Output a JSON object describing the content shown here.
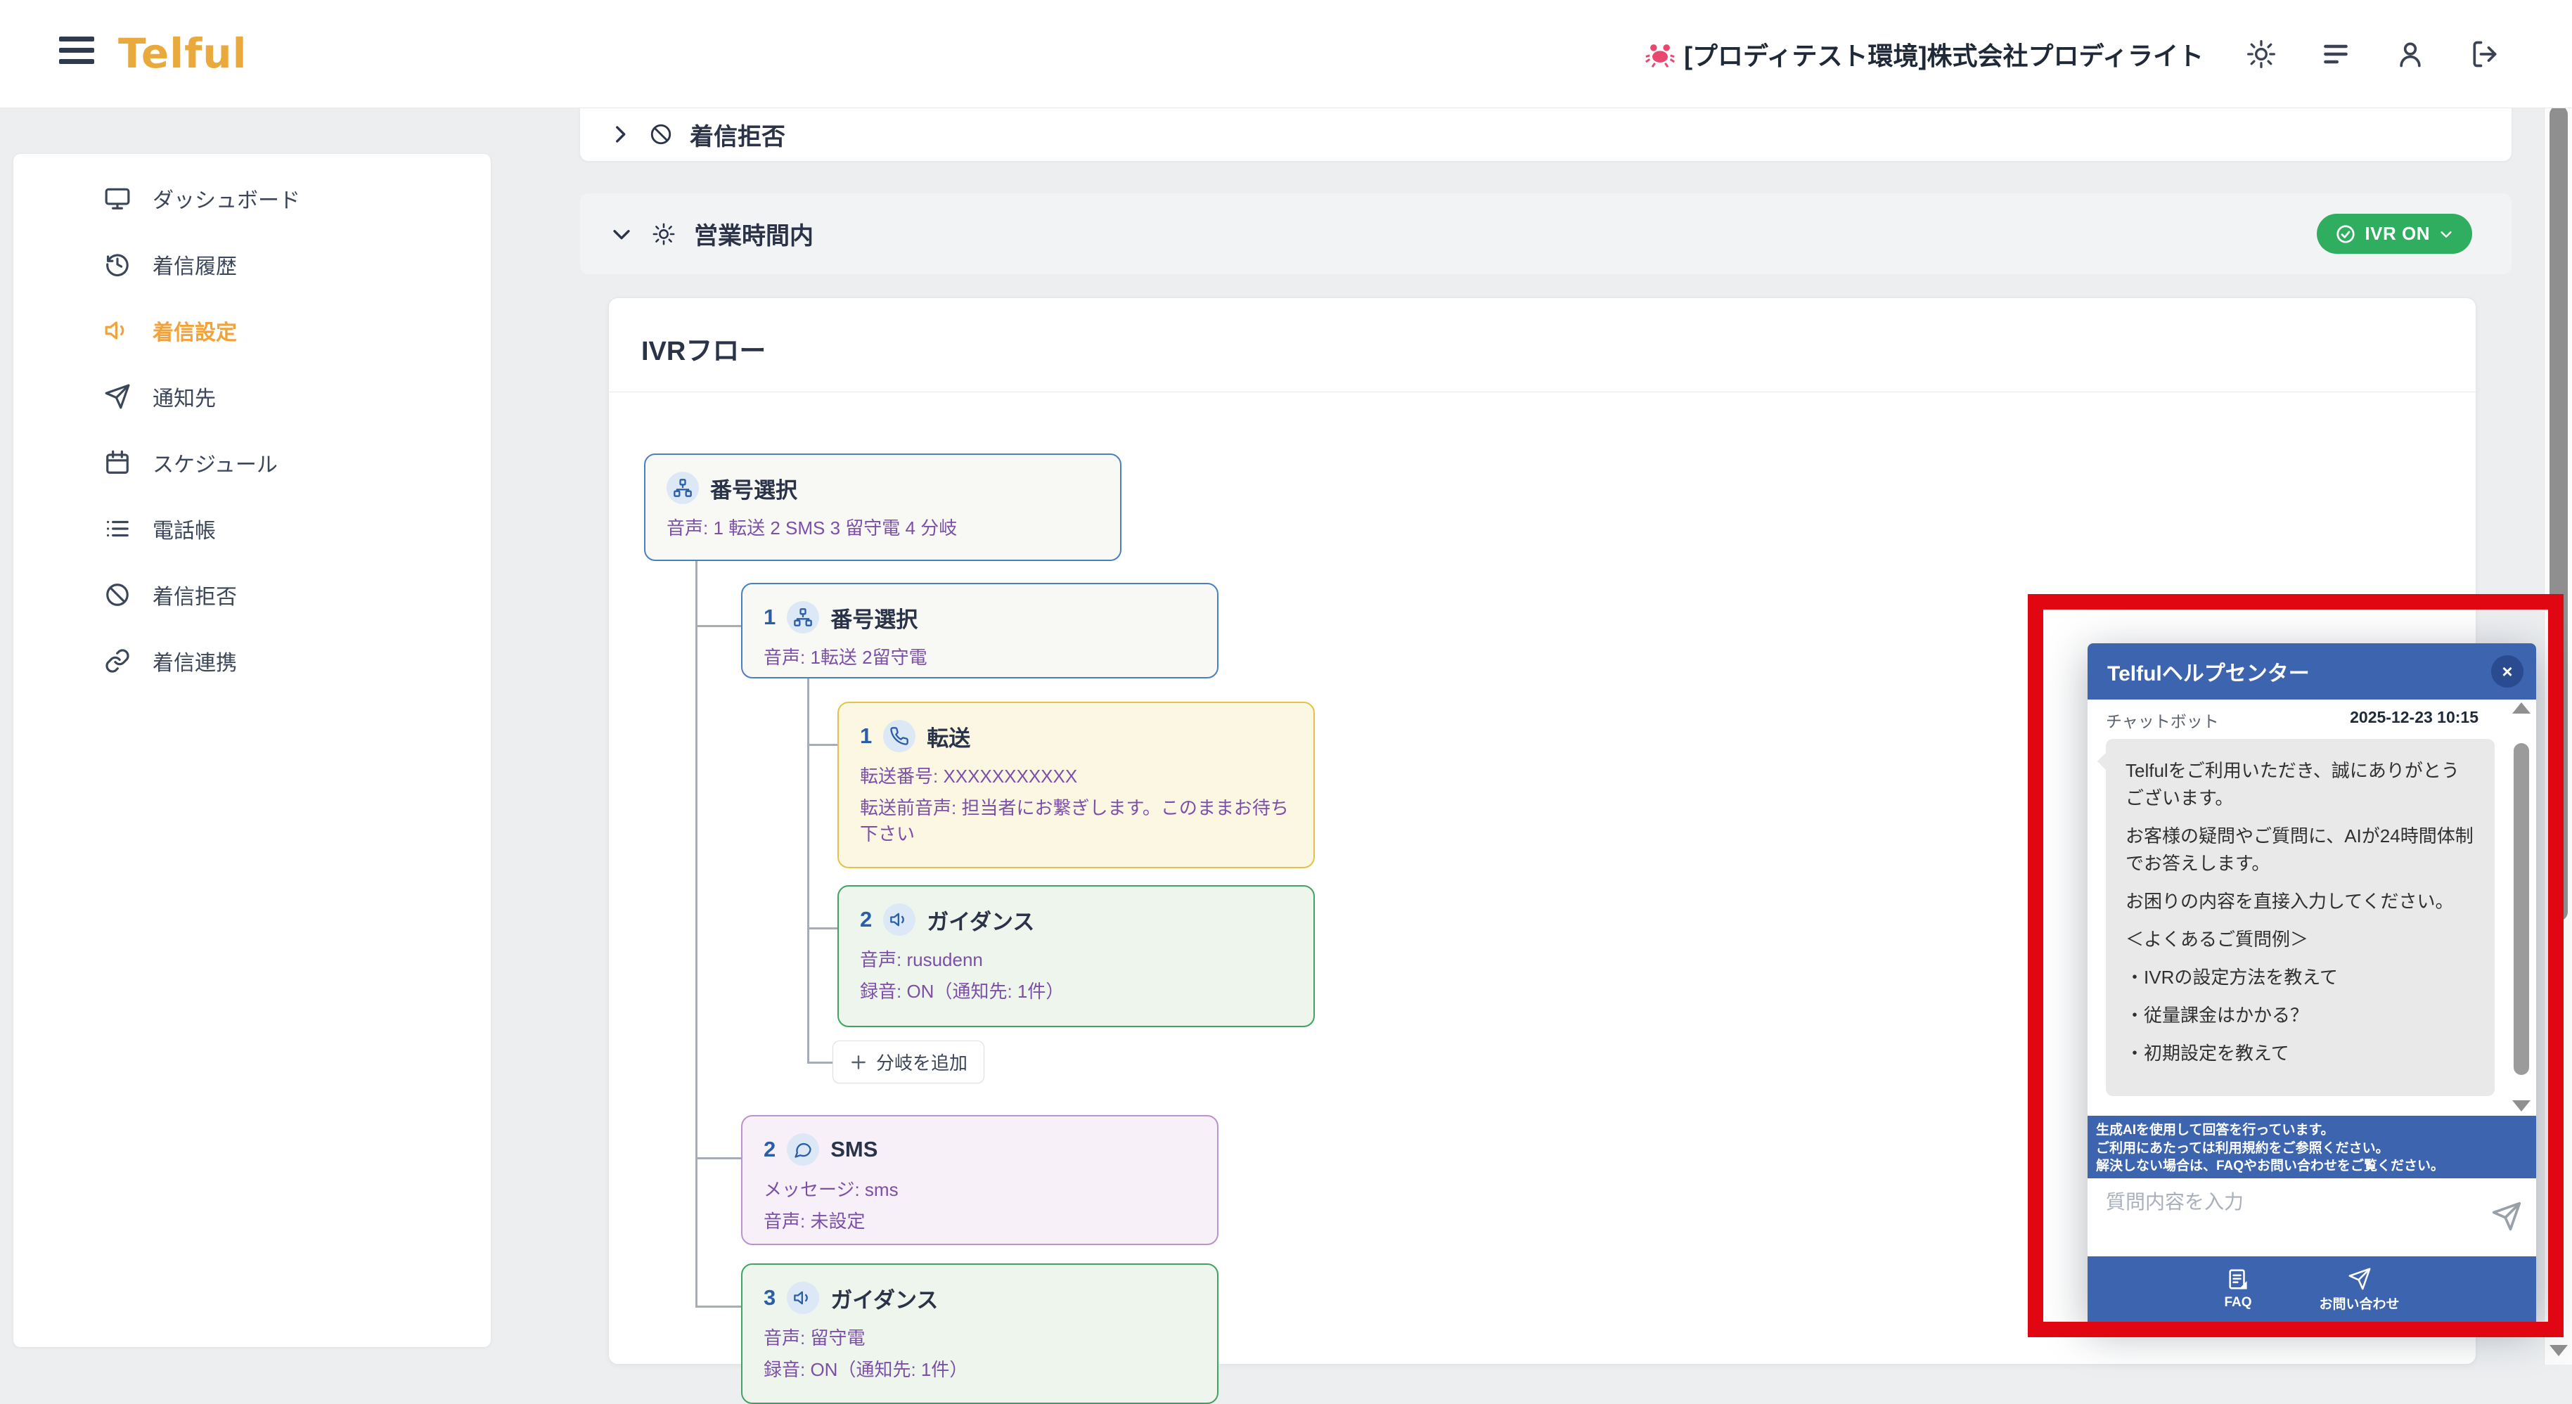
{
  "header": {
    "logo_text": "Telful",
    "account_label": "[プロディテスト環境]株式会社プロディライト"
  },
  "sidebar": {
    "items": [
      {
        "label": "ダッシュボード"
      },
      {
        "label": "着信履歴"
      },
      {
        "label": "着信設定"
      },
      {
        "label": "通知先"
      },
      {
        "label": "スケジュール"
      },
      {
        "label": "電話帳"
      },
      {
        "label": "着信拒否"
      },
      {
        "label": "着信連携"
      }
    ]
  },
  "sections": {
    "rejection": {
      "label": "着信拒否"
    },
    "business_hours": {
      "label": "営業時間内",
      "ivr_status": "IVR ON"
    }
  },
  "flow": {
    "title": "IVRフロー",
    "add_branch_label": "分岐を追加",
    "nodes": [
      {
        "num": "",
        "title": "番号選択",
        "lines": [
          "音声: 1 転送 2 SMS 3 留守電 4 分岐"
        ]
      },
      {
        "num": "1",
        "title": "番号選択",
        "lines": [
          "音声: 1転送 2留守電"
        ]
      },
      {
        "num": "1",
        "title": "転送",
        "lines": [
          "転送番号: XXXXXXXXXXX",
          "転送前音声: 担当者にお繋ぎします。このままお待ち下さい"
        ]
      },
      {
        "num": "2",
        "title": "ガイダンス",
        "lines": [
          "音声: rusudenn",
          "録音: ON（通知先: 1件）"
        ]
      },
      {
        "num": "2",
        "title": "SMS",
        "lines": [
          "メッセージ: sms",
          "音声: 未設定"
        ]
      },
      {
        "num": "3",
        "title": "ガイダンス",
        "lines": [
          "音声: 留守電",
          "録音: ON（通知先: 1件）"
        ]
      }
    ]
  },
  "chat": {
    "title": "Telfulヘルプセンター",
    "close_label": "×",
    "sender": "チャットボット",
    "timestamp": "2025-12-23 10:15",
    "messages": [
      "Telfulをご利用いただき、誠にありがとうございます。",
      "お客様の疑問やご質問に、AIが24時間体制でお答えします。",
      "お困りの内容を直接入力してください。",
      "＜よくあるご質問例＞",
      "・IVRの設定方法を教えて",
      "・従量課金はかかる？",
      "・初期設定を教えて"
    ],
    "notice_lines": [
      "生成AIを使用して回答を行っています。",
      "ご利用にあたっては利用規約をご参照ください。",
      "解決しない場合は、FAQやお問い合わせをご覧ください。"
    ],
    "input_placeholder": "質問内容を入力",
    "footer": {
      "faq_label": "FAQ",
      "contact_label": "お問い合わせ"
    }
  },
  "colors": {
    "accent_orange": "#F0A33C",
    "chat_blue": "#3D64AF",
    "highlight_red": "#E00713",
    "ivr_on_green": "#2EAE5E"
  }
}
